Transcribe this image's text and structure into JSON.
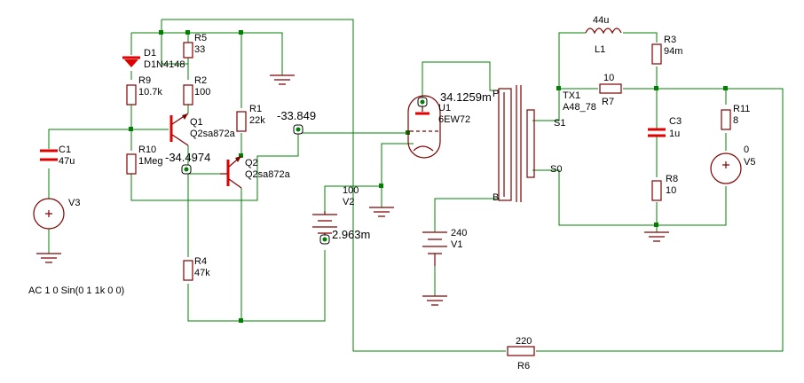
{
  "labels": {
    "D1": {
      "ref": "D1",
      "value": "D1N4148"
    },
    "R5": {
      "ref": "R5",
      "value": "33"
    },
    "R2": {
      "ref": "R2",
      "value": "100"
    },
    "R9": {
      "ref": "R9",
      "value": "10.7k"
    },
    "Q1": {
      "ref": "Q1",
      "value": "Q2sa872a"
    },
    "R1": {
      "ref": "R1",
      "value": "22k"
    },
    "R10": {
      "ref": "R10",
      "value": "1Meg"
    },
    "Q2": {
      "ref": "Q2",
      "value": "Q2sa872a"
    },
    "C1": {
      "ref": "C1",
      "value": "47u"
    },
    "V3": {
      "ref": "V3",
      "spec": "AC 1 0 Sin(0 1 1k 0 0)"
    },
    "R4": {
      "ref": "R4",
      "value": "47k"
    },
    "V2": {
      "ref": "V2",
      "value": "100"
    },
    "U1": {
      "ref": "U1",
      "value": "6EW72"
    },
    "V1": {
      "ref": "V1",
      "value": "240"
    },
    "TX1": {
      "ref": "TX1",
      "value": "A48_78",
      "pins": {
        "p": "P",
        "b": "B",
        "s1": "S1",
        "s0": "S0"
      }
    },
    "L1": {
      "ref": "L1",
      "value": "44u"
    },
    "R3": {
      "ref": "R3",
      "value": "94m"
    },
    "R7": {
      "ref": "R7",
      "value": "10"
    },
    "C3": {
      "ref": "C3",
      "value": "1u"
    },
    "R8": {
      "ref": "R8",
      "value": "10"
    },
    "R11": {
      "ref": "R11",
      "value": "8"
    },
    "V5": {
      "ref": "V5",
      "value": "0"
    },
    "R6": {
      "ref": "R6",
      "value": "220"
    }
  },
  "probes": {
    "p1": "-33.849",
    "p2": "-34.4974",
    "p3": "34.1259m",
    "p4": "2.963m"
  }
}
